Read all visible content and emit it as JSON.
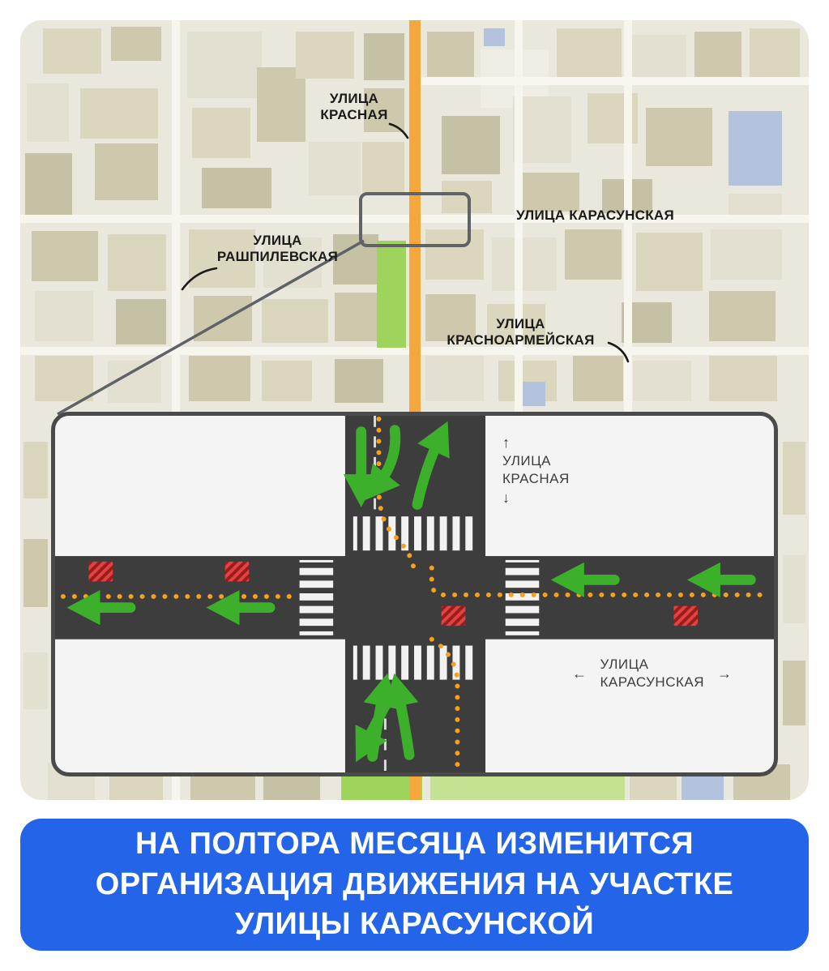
{
  "map": {
    "labels": {
      "krasnaya": "УЛИЦА\nКРАСНАЯ",
      "karasunskaya": "УЛИЦА КАРАСУНСКАЯ",
      "rashpilevskaya": "УЛИЦА\nРАШПИЛЕВСКАЯ",
      "krasnoarmeyskaya": "УЛИЦА\nКРАСНОАРМЕЙСКАЯ"
    }
  },
  "inset": {
    "labels": {
      "krasnaya": {
        "up": "↑",
        "name": "УЛИЦА\nКРАСНАЯ",
        "down": "↓"
      },
      "karasunskaya": {
        "left": "←",
        "name": "УЛИЦА\nКАРАСУНСКАЯ",
        "right": "→"
      }
    }
  },
  "banner": {
    "text": "НА ПОЛТОРА МЕСЯЦА ИЗМЕНИТСЯ\nОРГАНИЗАЦИЯ ДВИЖЕНИЯ НА УЧАСТКЕ\nУЛИЦЫ КАРАСУНСКОЙ"
  },
  "colors": {
    "banner_blue": "#2364e8",
    "road_orange": "#f3a73c",
    "route_dots_orange": "#f7a01e",
    "arrow_green": "#3cb02a",
    "closed_red": "#e04343",
    "asphalt": "#3d3d3d",
    "map_background": "#eae8dc",
    "park_green": "#9ed45c"
  }
}
